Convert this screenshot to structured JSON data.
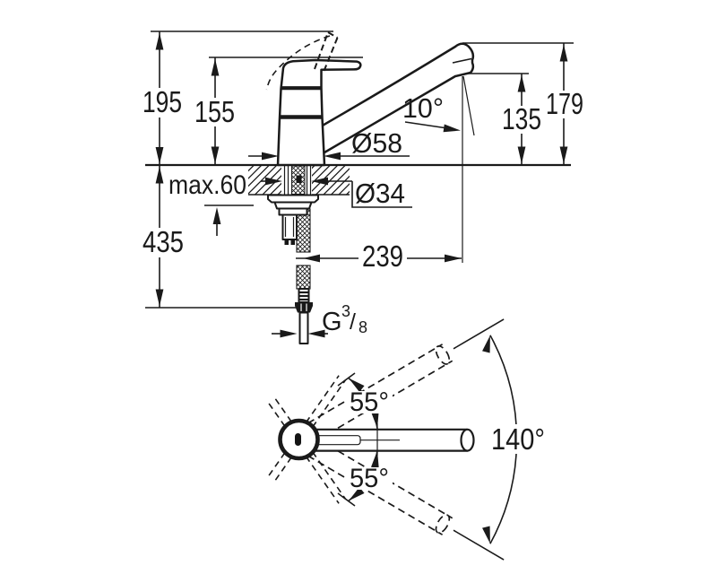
{
  "drawing": {
    "background": "#ffffff",
    "line_color": "#1a1a1a",
    "kind": "faucet dimensional technical drawing"
  },
  "side_view": {
    "height_overall": "195",
    "height_body": "155",
    "depth_below_counter": "435",
    "height_spout_tip": "179",
    "height_outlet": "135",
    "counter_max_thickness": "max.60",
    "base_diameter": "Ø58",
    "mount_hole_diameter": "Ø34",
    "spout_reach": "239",
    "outlet_angle": "10°",
    "thread": {
      "prefix": "G",
      "numerator": "3",
      "slash": "/",
      "denominator": "8"
    }
  },
  "top_view": {
    "swivel_upper": "55°",
    "swivel_lower": "55°",
    "swivel_total": "140°"
  }
}
